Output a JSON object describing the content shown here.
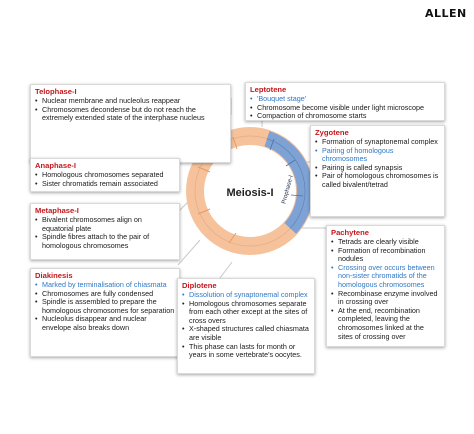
{
  "logo": "ALLEN",
  "center_label": "Meiosis-I",
  "phase_ring_label": "Prophase-I",
  "colors": {
    "heading": "#c4161c",
    "highlight": "#2f77c6",
    "ring_orange": "#f7c59f",
    "ring_blue": "#7fa3d6"
  },
  "telophase": {
    "title": "Telophase-I",
    "items": [
      {
        "text": "Nuclear membrane and nucleolus reappear",
        "blue": false
      },
      {
        "text": "Chromosomes decondense but do not reach the extremely extended state of the interphase nucleus",
        "blue": false
      }
    ]
  },
  "anaphase": {
    "title": "Anaphase-I",
    "items": [
      {
        "text": "Homologous chromosomes separated",
        "blue": false
      },
      {
        "text": "Sister chromatids remain associated",
        "blue": false
      }
    ]
  },
  "metaphase": {
    "title": "Metaphase-I",
    "items": [
      {
        "text": "Bivalent chromosomes align on equatorial plate",
        "blue": false
      },
      {
        "text": "Spindle fibres attach to the pair of homologous chromosomes",
        "blue": false
      }
    ]
  },
  "diakinesis": {
    "title": "Diakinesis",
    "items": [
      {
        "text": "Marked by terminalisation of chiasmata",
        "blue": true
      },
      {
        "text": "Chromosomes are fully condensed",
        "blue": false
      },
      {
        "text": "Spindle is assembled to prepare the homologous chromosomes for separation",
        "blue": false
      },
      {
        "text": "Nucleolus disappear and nuclear envelope also breaks down",
        "blue": false
      }
    ]
  },
  "leptotene": {
    "title": "Leptotene",
    "items": [
      {
        "text": "'Bouquet stage'",
        "blue": true
      },
      {
        "text": "Chromosome become visible under light microscope",
        "blue": false
      },
      {
        "text": "Compaction of chromosome starts",
        "blue": false
      }
    ]
  },
  "zygotene": {
    "title": "Zygotene",
    "items": [
      {
        "text": "Formation of synaptonemal complex",
        "blue": false
      },
      {
        "text": "Pairing of homologous chromosomes",
        "blue": true
      },
      {
        "text": "Pairing is called synapsis",
        "blue": false
      },
      {
        "text": "Pair of homologous chromosomes is called bivalent/tetrad",
        "blue": false
      }
    ]
  },
  "pachytene": {
    "title": "Pachytene",
    "items": [
      {
        "text": "Tetrads are clearly visible",
        "blue": false
      },
      {
        "text": "Formation of recombination nodules",
        "blue": false
      },
      {
        "text": "Crossing over occurs between non-sister chromatids of the homologous chromosomes",
        "blue": true
      },
      {
        "text": "Recombinase enzyme involved in crossing over",
        "blue": false
      },
      {
        "text": "At the end, recombination completed, leaving the chromosomes linked at the sites of crossing over",
        "blue": false
      }
    ]
  },
  "diplotene": {
    "title": "Diplotene",
    "items": [
      {
        "text": "Dissolution of synaptonemal complex",
        "blue": true
      },
      {
        "text": "Homologous chromosomes separate from each other except at the sites of cross overs",
        "blue": false
      },
      {
        "text": "X-shaped structures called chiasmata are visible",
        "blue": false
      },
      {
        "text": "This phase can lasts for month or years in some vertebrate's oocytes.",
        "blue": false
      }
    ]
  }
}
